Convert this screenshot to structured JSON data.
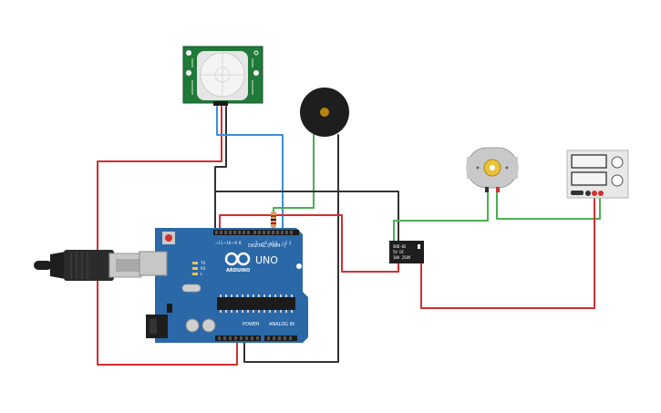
{
  "board": {
    "model": "UNO",
    "brand": "ARDUINO",
    "header_digital": "DIGITAL (PWM~)",
    "header_power": "POWER",
    "header_analog": "ANALOG IN",
    "label_tx": "TX",
    "label_rx": "RX",
    "label_l": "L"
  },
  "relay": {
    "line1": "SRD-05",
    "line2": "5V DC",
    "line3": "10A 250V"
  },
  "wire_colors": {
    "red": "#d32f2f",
    "black": "#333333",
    "blue": "#3a8fd6",
    "green": "#4caf50"
  },
  "component_colors": {
    "arduino_board": "#2a68a8",
    "pir_board": "#1f7a3a",
    "buzzer": "#1e1e1e",
    "buzzer_center": "#b8860b",
    "relay": "#1e1e1e",
    "motor_body": "#c9c9c9",
    "motor_shaft": "#e8c23a",
    "power_supply": "#e8e8e8"
  }
}
